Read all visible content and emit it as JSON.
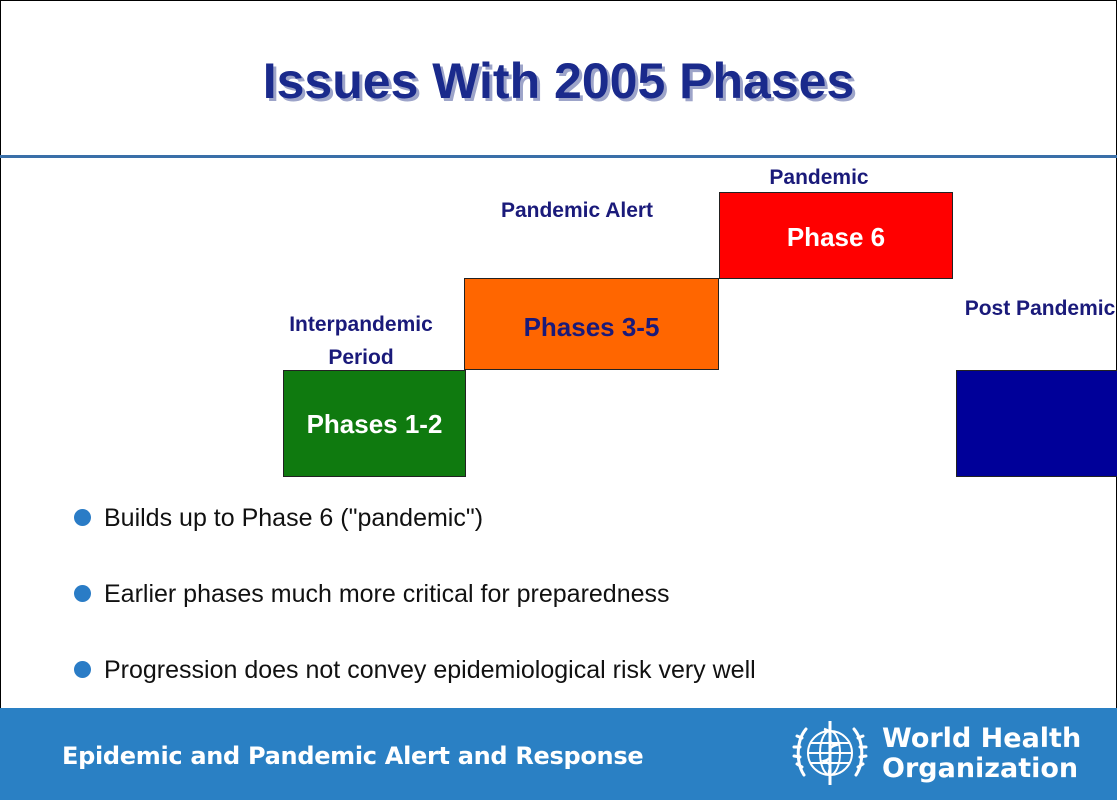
{
  "slide": {
    "title": "Issues With 2005 Phases"
  },
  "diagram": {
    "steps": [
      {
        "label": "Interpandemic Period",
        "box_text": "Phases 1-2",
        "color": "#0f7a0f"
      },
      {
        "label": "Pandemic Alert",
        "box_text": "Phases 3-5",
        "color": "#ff6600"
      },
      {
        "label": "Pandemic",
        "box_text": "Phase 6",
        "color": "#ff0000"
      },
      {
        "label": "Post Pandemic",
        "box_text": "",
        "color": "#000099"
      }
    ]
  },
  "bullets": [
    "Builds up to Phase 6 (\"pandemic\")",
    "Earlier phases much more critical for preparedness",
    "Progression does not convey epidemiological risk very well"
  ],
  "footer": {
    "program_name": "Epidemic and Pandemic Alert and Response",
    "org_name_line1": "World Health",
    "org_name_line2": "Organization",
    "logo_icon": "who-emblem-icon"
  }
}
